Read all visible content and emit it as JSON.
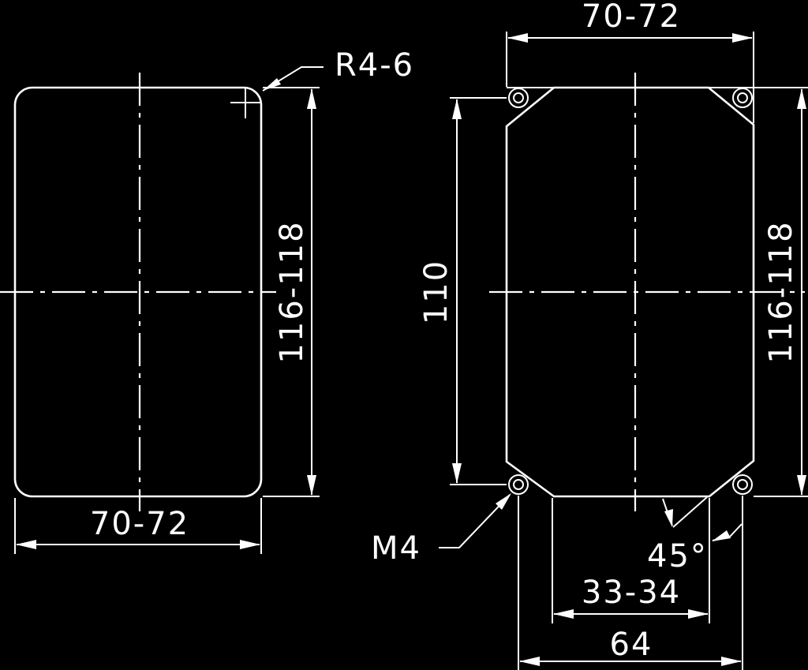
{
  "colors": {
    "background": "#000000",
    "line": "#ffffff"
  },
  "left_view": {
    "width_dim": "70-72",
    "height_dim": "116-118",
    "radius_callout": "R4-6"
  },
  "right_view": {
    "width_dim": "70-72",
    "height_dim": "116-118",
    "hole_spacing_vertical": "110",
    "hole_spacing_horizontal": "64",
    "notch_width": "33-34",
    "chamfer_angle": "45°",
    "screw_callout": "M4"
  }
}
